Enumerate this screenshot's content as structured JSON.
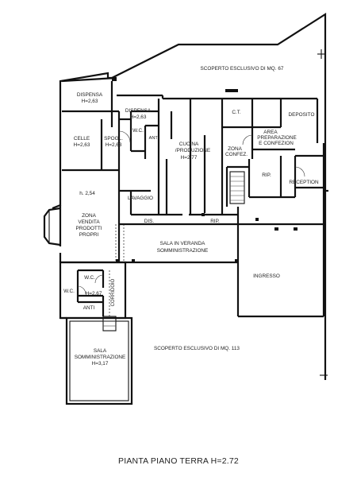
{
  "caption": "PIANTA PIANO TERRA H=2.72",
  "areas": {
    "outdoor_top": "SCOPERTO ESCLUSIVO DI MQ. 67",
    "outdoor_bottom": "SCOPERTO ESCLUSIVO DI MQ. 113"
  },
  "rooms": {
    "dispensa1": [
      "DISPENSA",
      "H=2,63"
    ],
    "dispensa2": [
      "DISPENSA",
      "H=2,63"
    ],
    "celle": [
      "CELLE",
      "H=2,63"
    ],
    "spogl": [
      "SPOGL.",
      "H=2,63"
    ],
    "wc1": "W.C.",
    "anti1": "ANTI",
    "cucina": [
      "CUCINA",
      "/PRODUZIONE",
      "H=2,77"
    ],
    "ct": "C.T.",
    "deposito": "DEPOSITO",
    "area_prep": [
      "AREA",
      "PREPARAZIONE",
      "E CONFEZION"
    ],
    "zona_confez": [
      "ZONA",
      "CONFEZ."
    ],
    "rip1": "RIP.",
    "reception": "RECEPTION",
    "h254": "h. 2,54",
    "lavaggio": "LAVAGGIO",
    "dis": "DIS.",
    "rip2": "RIP.",
    "zona_vendita": [
      "ZONA",
      "VENDITA",
      "PRODOTTI",
      "PROPRI"
    ],
    "sala_veranda": [
      "SALA IN VERANDA",
      "SOMMINISTRAZIONE"
    ],
    "ingresso": "INGRESSO",
    "wc2": [
      "W.C.",
      "H=2,67"
    ],
    "wc3": "W.C.",
    "anti2": "ANTI",
    "corridoio": "CORRIDOIO",
    "sala_somm": [
      "SALA",
      "SOMMINISTRAZIONE",
      "H=3,17"
    ]
  }
}
